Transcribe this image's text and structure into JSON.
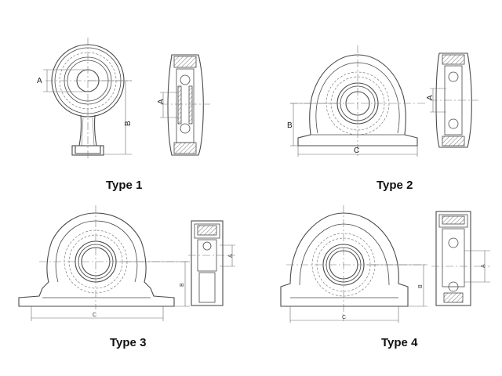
{
  "diagrams": [
    {
      "title": "Type 1",
      "dims": {
        "a": "A",
        "b": "B"
      }
    },
    {
      "title": "Type 2",
      "dims": {
        "a": "A",
        "b": "B",
        "c": "C"
      }
    },
    {
      "title": "Type 3",
      "dims": {
        "a": "A",
        "b": "B",
        "c": "C"
      }
    },
    {
      "title": "Type 4",
      "dims": {
        "a": "A",
        "b": "B",
        "c": "C"
      }
    }
  ]
}
